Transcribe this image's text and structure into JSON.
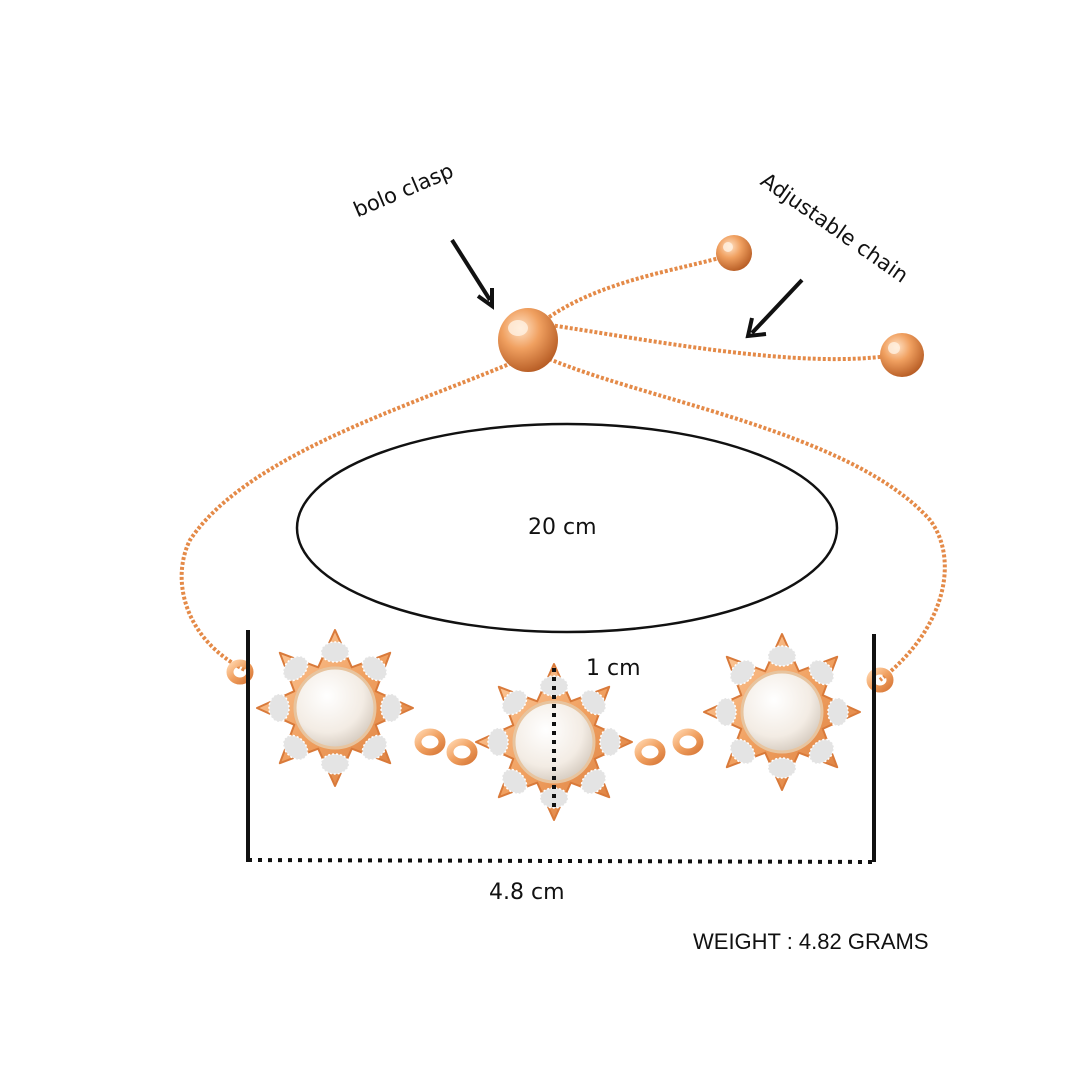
{
  "annotations": {
    "bolo_clasp": "bolo clasp",
    "adjustable_chain": "Adjustable chain",
    "circumference": "20 cm",
    "height": "1 cm",
    "width": "4.8  cm",
    "weight": "WEIGHT : 4.82 GRAMS"
  },
  "colors": {
    "metal": "#f0a060",
    "metal_dark": "#d97a3a",
    "metal_light": "#ffd2a8",
    "pearl": "#f7f3ee",
    "stone": "#e4e4e4",
    "ink": "#111111"
  },
  "icons": {
    "clasp": "bolo-clasp-bead-icon",
    "chain_end": "chain-end-bead-icon",
    "charm": "pearl-flower-charm-icon"
  }
}
